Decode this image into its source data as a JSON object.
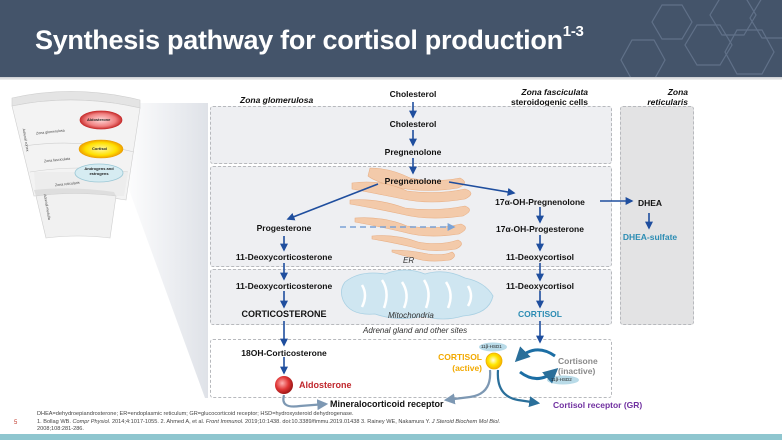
{
  "slide": {
    "title": "Synthesis pathway for cortisol production",
    "title_superscript": "1-3",
    "page_number": "5"
  },
  "gland_illustration": {
    "side_label": "Adrenal cortex",
    "lower_label": "Adrenal medulla",
    "zones": [
      {
        "label": "Zona glomerulosa",
        "product": "Aldosterone",
        "color": "#e05a5a"
      },
      {
        "label": "Zona fasciculata",
        "product": "Cortisol",
        "color": "#f5c400"
      },
      {
        "label": "Zona reticularis",
        "product": "Androgens and estrogens",
        "color": "#bfe0ea"
      }
    ]
  },
  "columns": {
    "glomerulosa": "Zona glomerulosa",
    "fasciculata_line1": "Zona fasciculata",
    "fasciculata_line2": "steroidogenic cells",
    "reticularis_line1": "Zona",
    "reticularis_line2": "reticularis"
  },
  "pathway": {
    "cholesterol_top": "Cholesterol",
    "cholesterol": "Cholesterol",
    "pregnenolone_1": "Pregnenolone",
    "pregnenolone_2": "Pregnenolone",
    "progesterone": "Progesterone",
    "deoxycorticosterone_er": "11-Deoxycorticosterone",
    "deoxycorticosterone_mito": "11-Deoxycorticosterone",
    "corticosterone": "CORTICOSTERONE",
    "oh_pregnenolone": "17α-OH-Pregnenolone",
    "oh_progesterone": "17α-OH-Progesterone",
    "deoxycortisol_er": "11-Deoxycortisol",
    "deoxycortisol_mito": "11-Deoxycortisol",
    "cortisol": "CORTISOL",
    "dhea": "DHEA",
    "dhea_sulfate": "DHEA-sulfate",
    "er_label": "ER",
    "mito_label": "Mitochondria",
    "adrenal_other": "Adrenal gland and other sites",
    "oh_corticosterone": "18OH-Corticosterone",
    "aldosterone": "Aldosterone",
    "cortisol_active_1": "CORTISOL",
    "cortisol_active_2": "(active)",
    "cortisone_1": "Cortisone",
    "cortisone_2": "(inactive)",
    "hsd1": "11β-HSD1",
    "hsd2": "11β-HSD2",
    "mineralocorticoid_receptor": "Mineralocorticoid receptor",
    "cortisol_receptor": "Cortisol receptor (GR)"
  },
  "colors": {
    "header_bg": "#44546a",
    "arrow_blue": "#1f4e9e",
    "dashed_arrow": "#7aa2d6",
    "cortisol_teal": "#2b8cb3",
    "aldosterone_red": "#c0272d",
    "cortisol_yellow": "#f2a900",
    "receptor_purple": "#7030a0",
    "cortisone_gray": "#8a8a8a"
  },
  "footnotes": {
    "abbreviations": "DHEA=dehydroepiandrosterone; ER=endoplasmic reticulum; GR=glucocorticoid receptor; HSD=hydroxysteroid dehydrogenase.",
    "ref_line1_a": "1. Bollag WB. ",
    "ref_line1_b": "Compr Physiol.",
    "ref_line1_c": " 2014;4:1017-1055. 2. Ahmed A, et al. ",
    "ref_line1_d": "Front Immunol.",
    "ref_line1_e": " 2019;10:1438. doi:10.3389/fimmu.2019.01438  3. Rainey WE, Nakamura Y. ",
    "ref_line1_f": "J Steroid Biochem Mol Biol.",
    "ref_line2": "2008;108:281-286."
  }
}
